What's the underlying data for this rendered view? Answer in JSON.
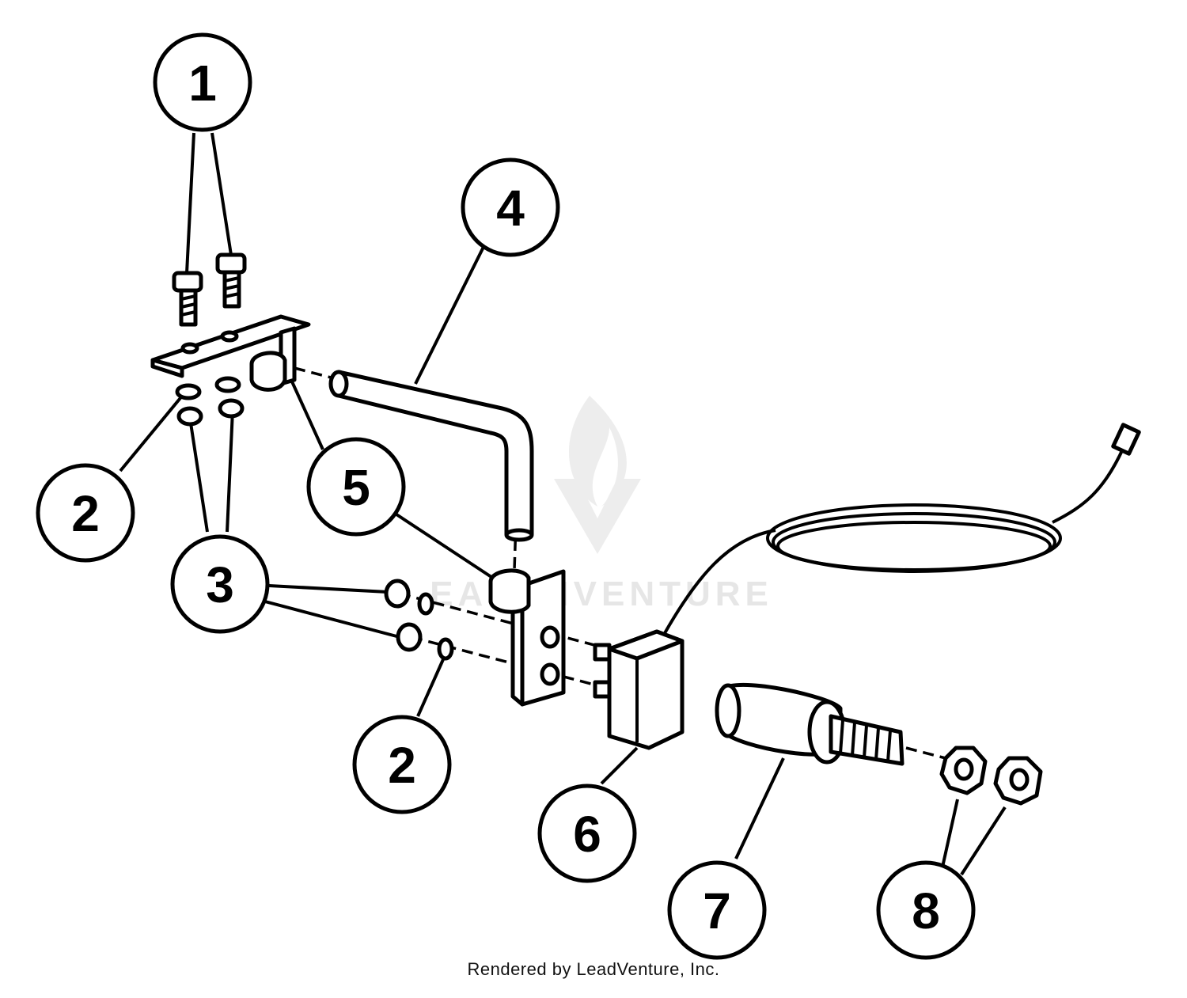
{
  "callouts": [
    "1",
    "2",
    "3",
    "4",
    "5",
    "2",
    "6",
    "7",
    "8"
  ],
  "watermark": "EARTHVENTURE",
  "credit": "Rendered by LeadVenture, Inc.",
  "colors": {
    "ink": "#000000",
    "paper": "#ffffff",
    "watermark": "#e6e6e6"
  }
}
